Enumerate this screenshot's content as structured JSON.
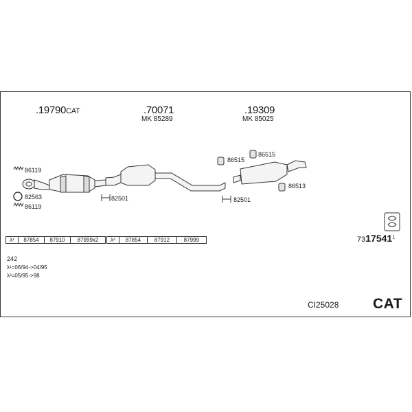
{
  "parts": {
    "catalyst": {
      "number": ".19790",
      "suffix": "CAT"
    },
    "middle": {
      "number": ".70071",
      "kit": "MK 85289"
    },
    "rear": {
      "number": ".19309",
      "kit": "MK 85025"
    }
  },
  "callouts": {
    "c86119_top": "86119",
    "c82563": "82563",
    "c86119_bottom": "86119",
    "c82501_left": "82501",
    "c86515_a": "86515",
    "c86515_b": "86515",
    "c86513": "86513",
    "c82501_right": "82501"
  },
  "variant_table_1": {
    "marker": "λ¹",
    "cells": [
      "87854",
      "87910",
      "87999x2"
    ]
  },
  "variant_table_2": {
    "marker": "λ²",
    "cells": [
      "87854",
      "87912",
      "87999"
    ]
  },
  "ref": {
    "prefix": "73",
    "main": "17541",
    "sup": "1"
  },
  "notes": {
    "model": "242",
    "line1": "λ¹=06/94->04/95",
    "line2": "λ²=05/95->98"
  },
  "system_code": "CI25028",
  "system_type": "CAT"
}
